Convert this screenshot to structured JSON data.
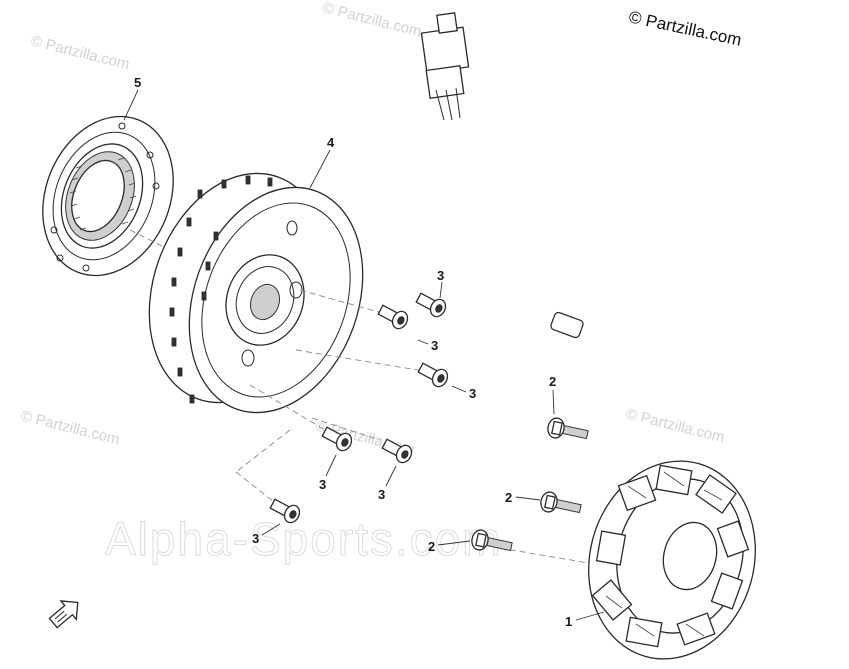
{
  "watermarks": {
    "partzilla": "© Partzilla.com",
    "copyright": "© Partzilla.com",
    "dealer": "Alpha-Sports.com"
  },
  "callouts": {
    "stator": "1",
    "bolt_a": "2",
    "bolt_b": "2",
    "bolt_c": "2",
    "screw_a": "3",
    "screw_b": "3",
    "screw_c": "3",
    "screw_d": "3",
    "screw_e": "3",
    "screw_f": "3",
    "flywheel": "4",
    "clutch": "5"
  },
  "icons": {
    "orientation": "front-arrow-icon"
  }
}
